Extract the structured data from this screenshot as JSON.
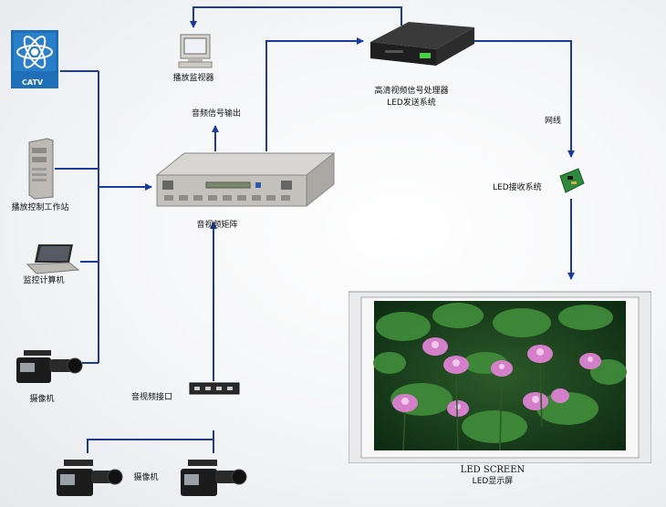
{
  "nodes": {
    "catv": {
      "label": "CATV",
      "logo_text": "CATV"
    },
    "playback_monitor": {
      "label": "播放监视器"
    },
    "processor": {
      "label_line1": "高清视频信号处理器",
      "label_line2": "LED发送系统"
    },
    "audio_output": {
      "label": "音频信号输出"
    },
    "workstation": {
      "label": "播放控制工作站"
    },
    "av_matrix": {
      "label": "音视频矩阵"
    },
    "network": {
      "label": "网线"
    },
    "led_receiver": {
      "label": "LED接收系统"
    },
    "monitor_pc": {
      "label": "监控计算机"
    },
    "camera_left": {
      "label": "摄像机"
    },
    "av_interface": {
      "label": "音视频接口"
    },
    "cameras_bottom": {
      "label": "摄像机"
    },
    "led_screen": {
      "label_en": "LED SCREEN",
      "label_cn": "LED显示屏"
    }
  },
  "colors": {
    "wire": "#1a3a9c",
    "accent": "#2a72b8"
  }
}
